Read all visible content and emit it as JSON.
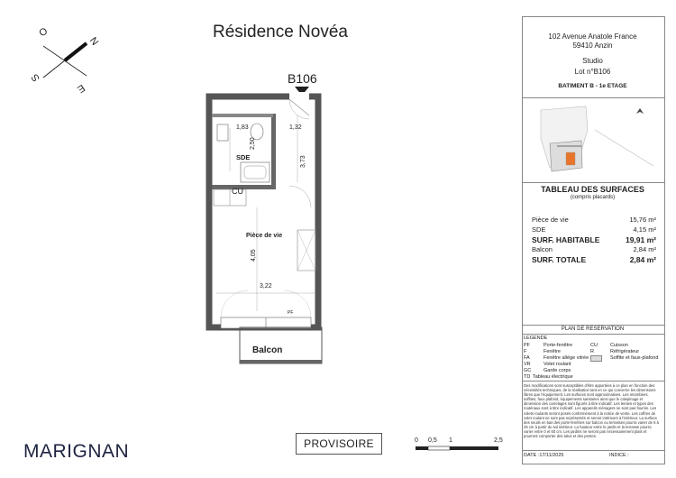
{
  "header": {
    "title": "Résidence Novéa",
    "lot_tag": "B106"
  },
  "compass": {
    "n": "N",
    "e": "E",
    "s": "S",
    "o": "O"
  },
  "plan": {
    "rooms": {
      "sde": "SDE",
      "cu": "CU",
      "piece": "Pièce de vie",
      "balcon": "Balcon",
      "pf": "PF"
    },
    "dims": {
      "d183": "1,83",
      "d132": "1,32",
      "d250": "2,50",
      "d373": "3,73",
      "d405": "4,05",
      "d322": "3,22"
    }
  },
  "footer": {
    "logo": "MARIGNAN",
    "provisoire": "PROVISOIRE",
    "scale": [
      "0",
      "0,5",
      "1",
      "2,5"
    ]
  },
  "panel": {
    "address1": "102 Avenue Anatole France",
    "address2": "59410 Anzin",
    "type": "Studio",
    "lot": "Lot n°B106",
    "batiment": "BATIMENT B - 1e ETAGE",
    "table_title": "TABLEAU DES SURFACES",
    "table_subtitle": "(compris placards)",
    "rows": [
      {
        "label": "Pièce de vie",
        "value": "15,76",
        "unit": "m²"
      },
      {
        "label": "SDE",
        "value": "4,15",
        "unit": "m²"
      }
    ],
    "habitable": {
      "label": "SURF. HABITABLE",
      "value": "19,91 m²"
    },
    "balcon": {
      "label": "Balcon",
      "value": "2,84",
      "unit": "m²"
    },
    "totale": {
      "label": "SURF. TOTALE",
      "value": "2,84 m²"
    },
    "plan_title": "PLAN DE RESERVATION",
    "legend_title": "LEGENDE",
    "legend_left": [
      [
        "PF",
        "Porte-fenêtre"
      ],
      [
        "F",
        "Fenêtre"
      ],
      [
        "FA",
        "Fenêtre allège vitrée"
      ],
      [
        "VR",
        "Volet roulant"
      ],
      [
        "GC",
        "Garde corps"
      ],
      [
        "TD",
        "Tableau électrique"
      ]
    ],
    "legend_right": [
      [
        "CU",
        "Cuisson"
      ],
      [
        "R",
        "Réfrigérateur"
      ],
      [
        "",
        "Soffite et faux-plafond"
      ]
    ],
    "disclaimer": "Des modifications sont susceptibles d'être apportées à ce plan en fonction des nécessités techniques, de la réalisation tant en ce qui concerne les dimensions libres que l'équipement. Les surfaces sont approximatives. Les retombées, soffites, faux plafond, équipements sanitaires ainsi que le calepinage et dimension des carrelages sont figurés à titre indicatif. Les teintes et types des matériaux sont à titre indicatif. Les appareils ménagers ne sont pas fournis. Les volets roulants seront posés conformément à la notice de vente. Les coffres de volet roulant ne sont pas représentés et seront intérieurs à l'intérieur. La surface des seuils en bas des porte-fenêtres sur balcon ou terrasses pourra varier de 5 à 25 cm à partir du sol intérieur. La hauteur entre le jardin et la terrasse pourra varier entre 0 et 60 cm. Les jardins ne seront pas nécessairement plats et pourront comporter des talus et des pentes.",
    "date": "DATE :17/11/2025",
    "indice": "INDICE :"
  },
  "colors": {
    "wall": "#555555",
    "logo": "#1e2340",
    "balcony_accent": "#e8752a"
  }
}
